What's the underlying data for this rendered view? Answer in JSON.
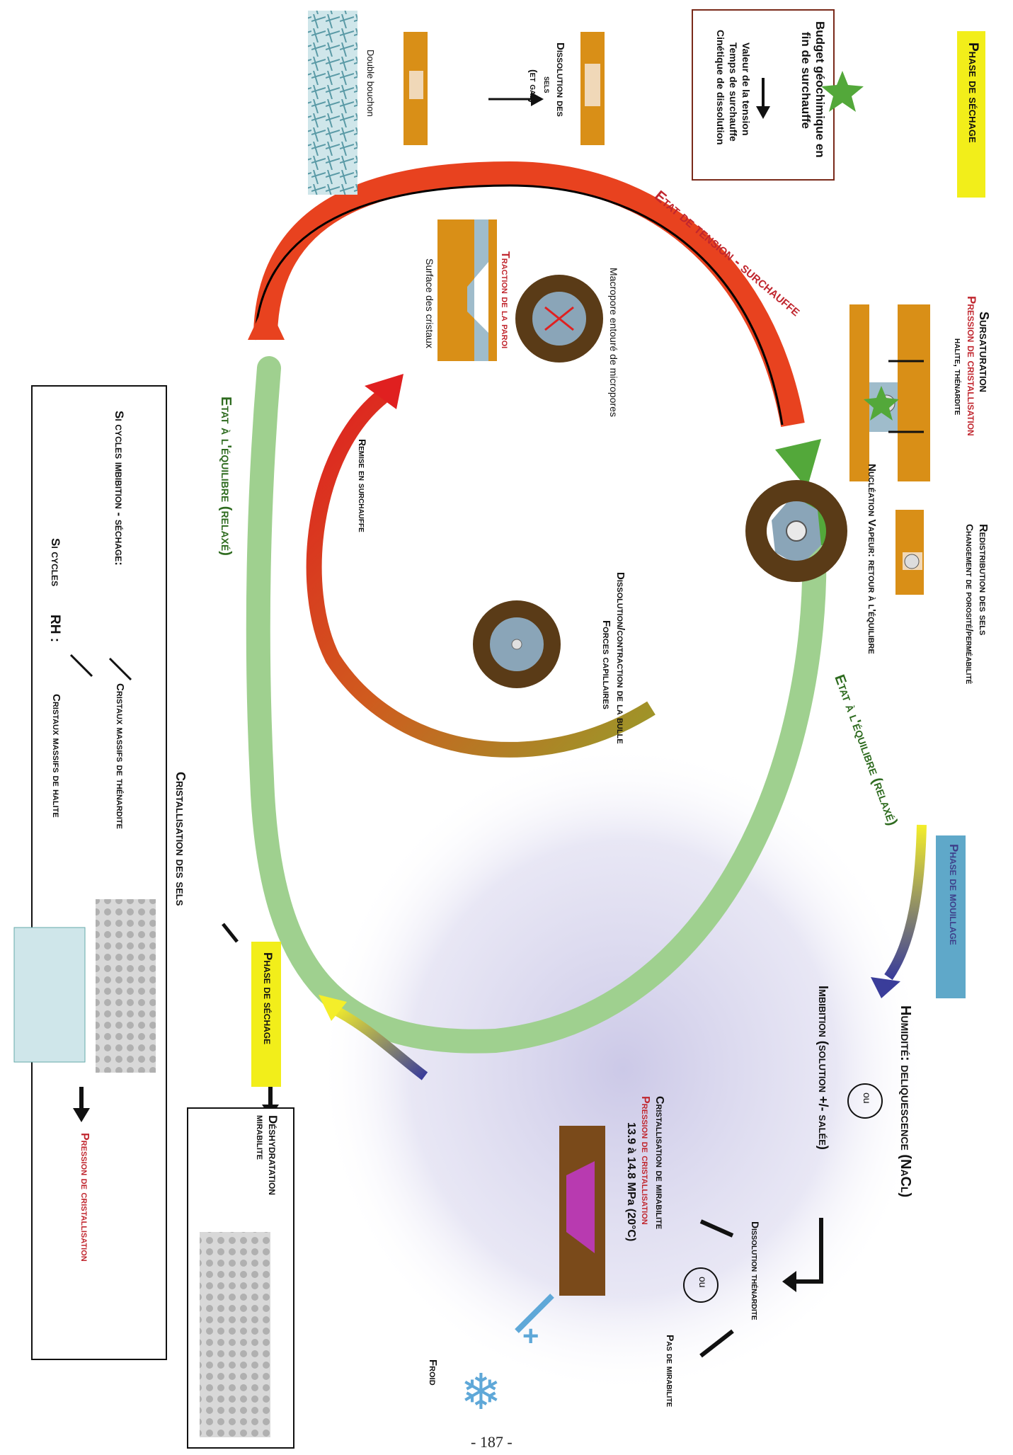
{
  "phases": {
    "drying_top": "Phase de séchage",
    "wetting": "Phase de mouillage",
    "drying_bottom": "Phase de séchage"
  },
  "cycle_states": {
    "tension": "Etat de tension - surchauffe",
    "equilibrium_right": "Etat à l'équilibre (relaxé)",
    "equilibrium_left": "Etat à l'équilibre (relaxé)"
  },
  "budget_box": {
    "title_line1": "Budget géochimique en",
    "title_line2": "fin de surchauffe",
    "item1": "Valeur de la tension",
    "item2": "Temps de surchauffe",
    "item3": "Cinétique de dissolution"
  },
  "supersaturation": {
    "title": "Sursaturation",
    "subtitle": "Pression de cristallisation",
    "detail": "halite, thénardite"
  },
  "redistribution": {
    "title": "Redistribution des sels",
    "detail": "Changement de porosité/perméabilité"
  },
  "nucleation": {
    "line1": "Nucléation Vapeur: retour à l'équilibre"
  },
  "dissolution_salts": {
    "line1": "Dissolution des",
    "line2": "sels",
    "line3": "(et gaz)"
  },
  "double_plug": "Double bouchon",
  "macropore": "Macropore entouré de micropores",
  "wall_traction": "Traction de la paroi",
  "crystal_surface": "Surface des cristaux",
  "reheating": "Remise en surchauffe",
  "bubble": {
    "line1": "Dissolution/contraction de la bulle",
    "line2": "Forces capillaires"
  },
  "wetting_block": {
    "humidity": "Humidité: deliquescence (NaCl)",
    "ou1": "ou",
    "imbibition": "Imbibition (solution +/- salée)",
    "dissolution_thenardite": "Dissolution thénardite",
    "ou2": "ou",
    "mirabilite_cryst": "Cristallisation de mirabilite",
    "pressure_title": "Pression de cristallisation",
    "pressure_value": "13.9 à 14.8 MPa (20°C)",
    "no_mirabilite": "Pas de mirabilite",
    "cold": "Froid"
  },
  "salt_crystallization": "Cristallisation des sels",
  "dehydration": {
    "line1": "Déshydratation",
    "line2": "mirabilite"
  },
  "cycles_box": {
    "line1a": "Si cycles imbibition - séchage:",
    "line1b": "Cristaux massifs de thénardite",
    "line2a": "Si cycles",
    "line2b": "RH :",
    "line2c": "Cristaux massifs de halite",
    "result": "Pression de cristallisation"
  },
  "page_number": "- 187 -",
  "colors": {
    "tension_red": "#e8421f",
    "equilibrium_green": "#9fd08f",
    "label_red": "#c0262e",
    "label_green": "#2e6b1f",
    "phase_yellow": "#f2ee1a",
    "wetting_blue": "#5fa8c9",
    "rock_orange": "#d98f17",
    "pore_brown": "#5a3b17",
    "pore_blue": "#8aa5b8"
  }
}
